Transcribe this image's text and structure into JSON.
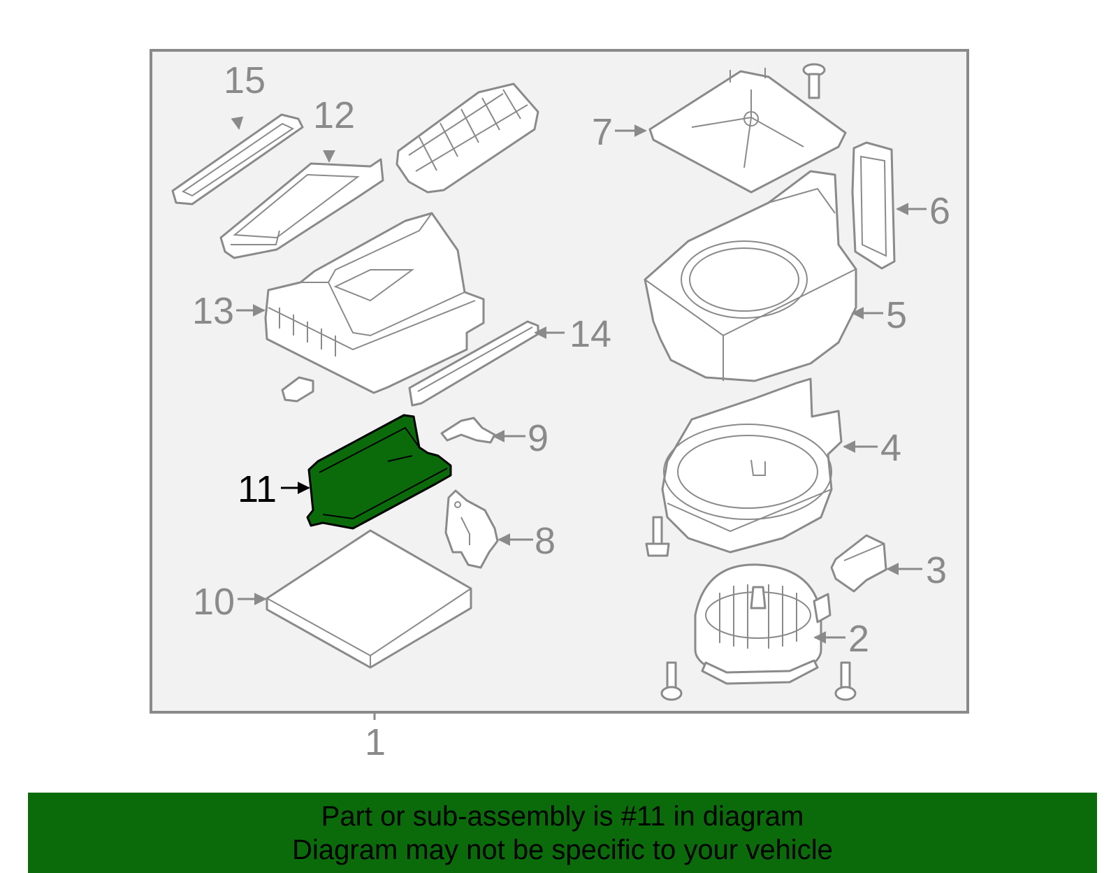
{
  "diagram": {
    "highlight_color": "#0b6b0b",
    "frame_color": "#f2f2f2",
    "line_color": "#8a8a8a",
    "callouts": {
      "c1": "1",
      "c2": "2",
      "c3": "3",
      "c4": "4",
      "c5": "5",
      "c6": "6",
      "c7": "7",
      "c8": "8",
      "c9": "9",
      "c10": "10",
      "c11": "11",
      "c12": "12",
      "c13": "13",
      "c14": "14",
      "c15": "15"
    },
    "highlighted_part": "11"
  },
  "banner": {
    "line1": "Part or sub-assembly is #11 in diagram",
    "line2": "Diagram may not be specific to your vehicle"
  }
}
